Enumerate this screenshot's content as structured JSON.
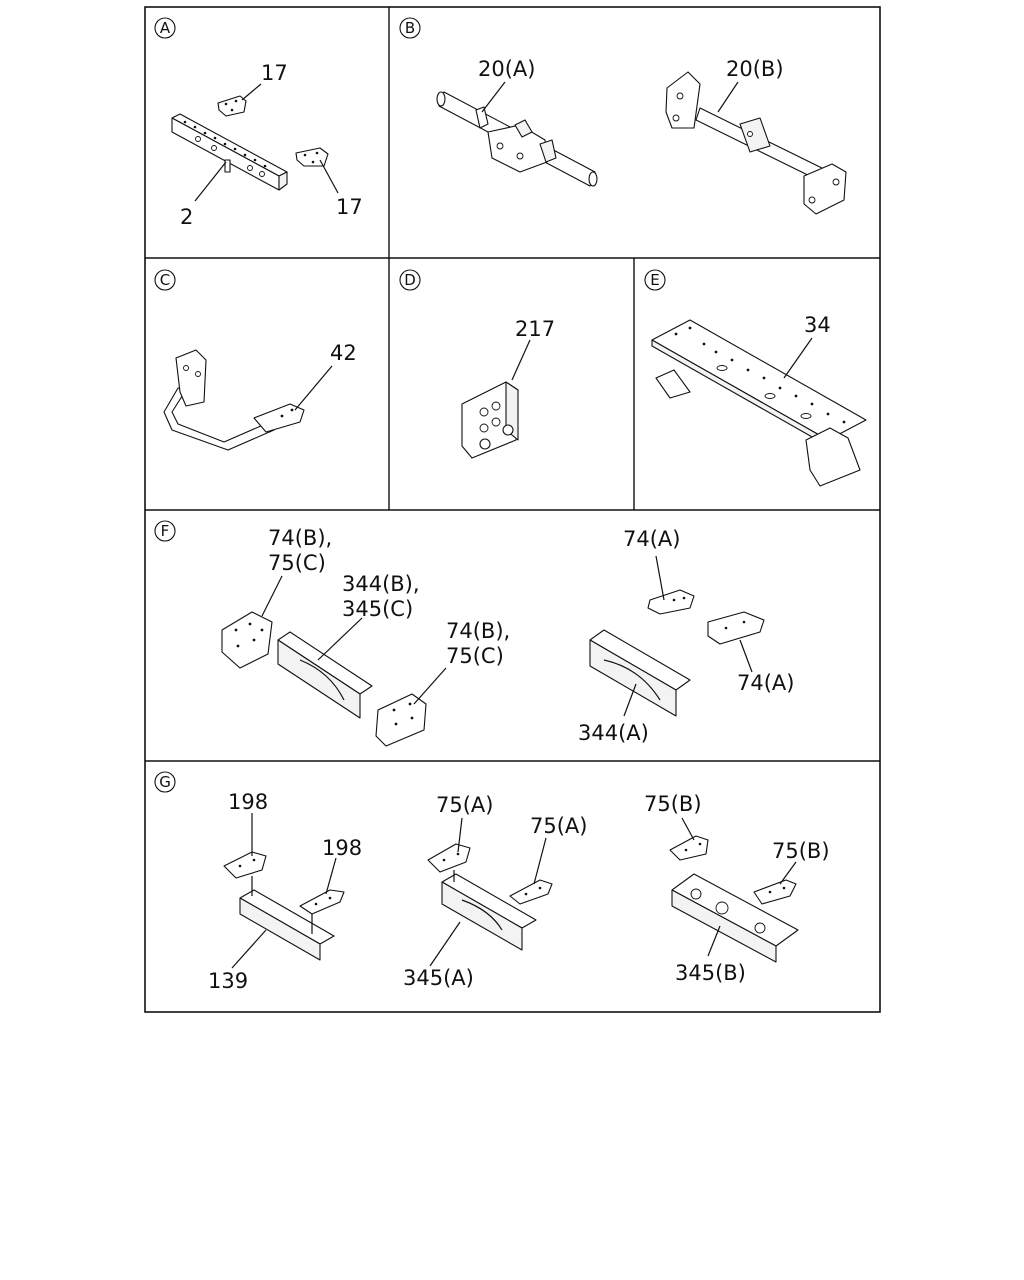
{
  "panels": {
    "A": {
      "letter": "A",
      "labels": {
        "a_17_top": "17",
        "a_17_bot": "17",
        "a_2": "2"
      }
    },
    "B": {
      "letter": "B",
      "labels": {
        "b_20a": "20(A)",
        "b_20b": "20(B)"
      }
    },
    "C": {
      "letter": "C",
      "labels": {
        "c_42": "42"
      }
    },
    "D": {
      "letter": "D",
      "labels": {
        "d_217": "217"
      }
    },
    "E": {
      "letter": "E",
      "labels": {
        "e_34": "34"
      }
    },
    "F": {
      "letter": "F",
      "labels": {
        "f_74b_1": "74(B),",
        "f_75c_1": "75(C)",
        "f_344b": "344(B),",
        "f_345c": "345(C)",
        "f_74b_2": "74(B),",
        "f_75c_2": "75(C)",
        "f_74a_1": "74(A)",
        "f_74a_2": "74(A)",
        "f_344a": "344(A)"
      }
    },
    "G": {
      "letter": "G",
      "labels": {
        "g_198_1": "198",
        "g_198_2": "198",
        "g_139": "139",
        "g_75a_1": "75(A)",
        "g_75a_2": "75(A)",
        "g_345a": "345(A)",
        "g_75b_1": "75(B)",
        "g_75b_2": "75(B)",
        "g_345b": "345(B)"
      }
    }
  }
}
